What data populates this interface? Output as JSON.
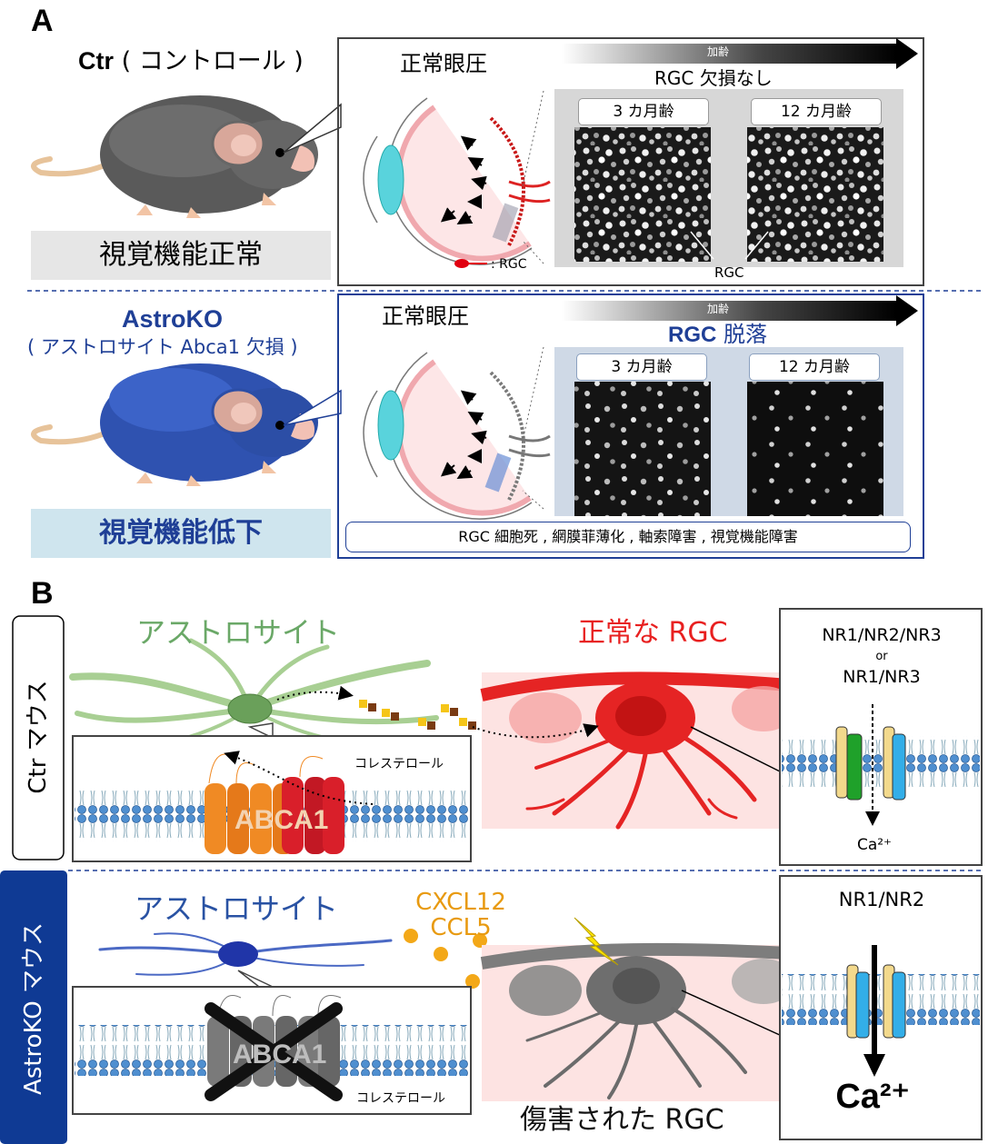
{
  "panel_a": {
    "letter": "A",
    "ctr": {
      "mouse_name": "Ctr",
      "mouse_paren": " ( コントロール )",
      "status": "視覚機能正常",
      "iop": "正常眼圧",
      "age_label": "加齢",
      "rgc_result": "RGC 欠損なし",
      "age_3": "3 カ月齢",
      "age_12": "12 カ月齢",
      "rgc_legend": ": RGC",
      "rgc_pointer": "RGC"
    },
    "ko": {
      "mouse_name": "AstroKO",
      "mouse_sub": "( アストロサイト Abca1 欠損 )",
      "status": "視覚機能低下",
      "iop": "正常眼圧",
      "age_label": "加齢",
      "rgc_result_bold": "RGC",
      "rgc_result_rest": " 脱落",
      "age_3": "3 カ月齢",
      "age_12": "12 カ月齢",
      "summary": "RGC 細胞死 , 網膜菲薄化 , 軸索障害 , 視覚機能障害"
    }
  },
  "panel_b": {
    "letter": "B",
    "ctr": {
      "side_label": "Ctr マウス",
      "astrocyte": "アストロサイト",
      "rgc_label": "正常な RGC",
      "transporter": "ABCA1",
      "cholesterol": "コレステロール",
      "receptor_line1": "NR1/NR2/NR3",
      "receptor_or": "or",
      "receptor_line2": "NR1/NR3",
      "ion": "Ca²⁺"
    },
    "ko": {
      "side_label": "AstroKO マウス",
      "astrocyte": "アストロサイト",
      "chemokine_1": "CXCL12",
      "chemokine_2": "CCL5",
      "rgc_label": "傷害された RGC",
      "transporter": "ABCA1",
      "cholesterol": "コレステロール",
      "receptor": "NR1/NR2",
      "ion": "Ca²⁺"
    }
  },
  "colors": {
    "ko_blue": "#1f3f96",
    "ctr_status_bg": "#e6e6e6",
    "ko_status_bg": "#cfe5ee",
    "astro_green": "#a8cf93",
    "astro_blue": "#2f52b0",
    "rgc_red": "#e52424",
    "abca1_orange": "#f08a24",
    "abca1_red": "#d91f2a",
    "nr_green": "#1fa12a",
    "nr_cyan": "#33aee8",
    "nr_yellow": "#f3d98c",
    "chemokine": "#f3a818"
  }
}
